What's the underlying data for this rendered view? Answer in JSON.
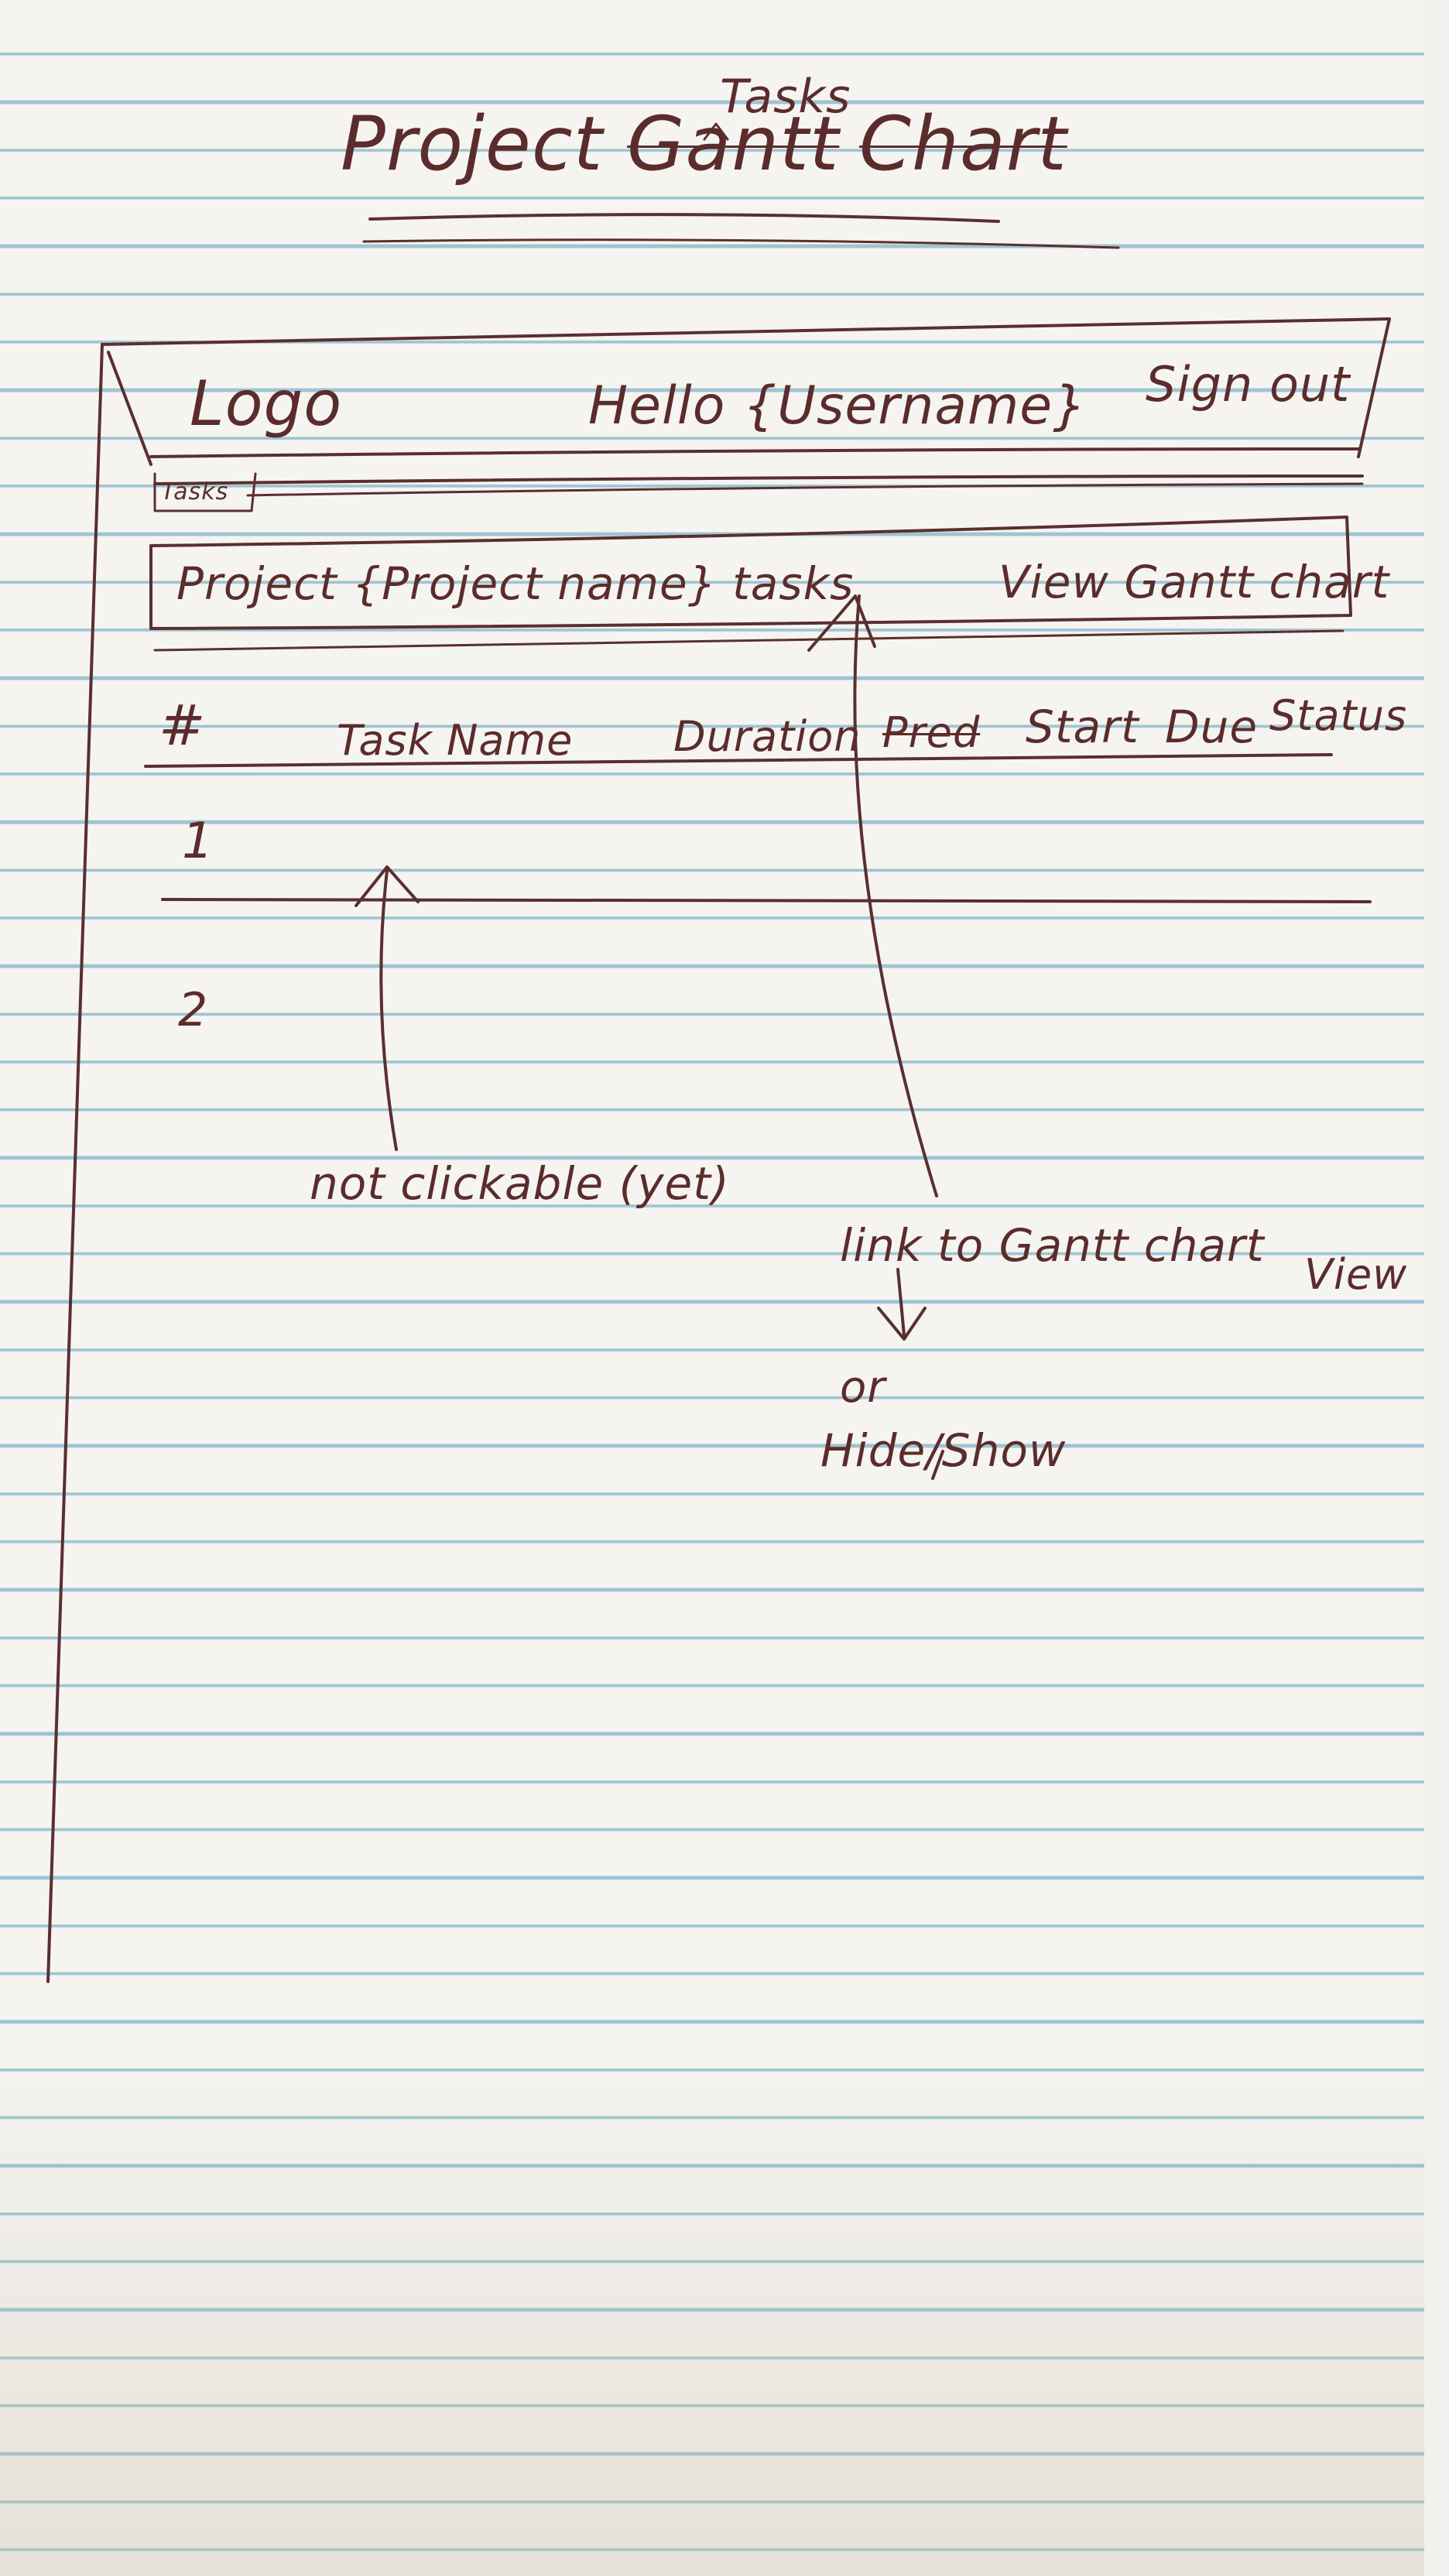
{
  "title": {
    "word1": "Project",
    "word2": "Gantt",
    "word3": "Chart",
    "inserted_word": "Tasks"
  },
  "header": {
    "logo": "Logo",
    "greeting": "Hello {Username}",
    "sign_out": "Sign out"
  },
  "tab": {
    "label": "Tasks"
  },
  "project_bar": {
    "title": "Project {Project name} tasks",
    "link": "View Gantt chart"
  },
  "table": {
    "columns": [
      "#",
      "Task Name",
      "Duration",
      "Pred",
      "Start",
      "Due",
      "Status"
    ],
    "rows": [
      "1",
      "2"
    ]
  },
  "annotations": {
    "not_clickable": "not clickable (yet)",
    "link_note_line1": "link to Gantt chart",
    "link_note_line2": "View",
    "or": "or",
    "hide_show": "Hide/Show"
  },
  "colors": {
    "ink": "#5b2c2c",
    "rule": "#9fc3d1",
    "paper": "#f5f4f1"
  }
}
